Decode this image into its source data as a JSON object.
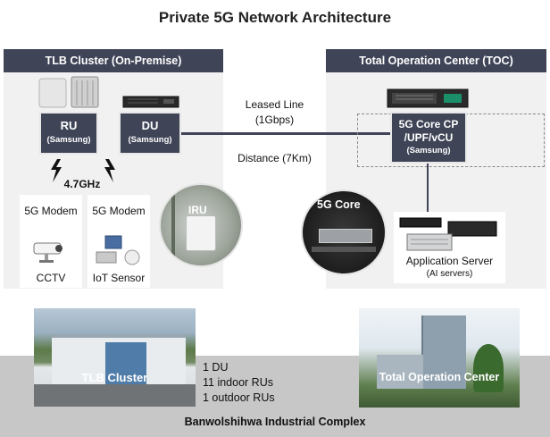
{
  "title": "Private 5G Network Architecture",
  "left_panel": {
    "header": "TLB Cluster (On-Premise)",
    "ru": {
      "name": "RU",
      "vendor": "(Samsung)"
    },
    "du": {
      "name": "DU",
      "vendor": "(Samsung)"
    },
    "frequency": "4.7GHz",
    "modem_left": "5G Modem",
    "modem_right": "5G Modem",
    "device_left": "CCTV",
    "device_right": "IoT Sensor",
    "iru_label": "IRU"
  },
  "link": {
    "leased_line": "Leased Line",
    "bandwidth": "(1Gbps)",
    "distance": "Distance (7Km)"
  },
  "right_panel": {
    "header": "Total Operation Center (TOC)",
    "core_line1": "5G Core CP",
    "core_line2": "/UPF/vCU",
    "core_vendor": "(Samsung)",
    "core_photo_label": "5G Core",
    "app_server": "Application Server",
    "app_server_sub": "(AI servers)"
  },
  "bottom": {
    "photo_left_label": "TLB Cluster",
    "photo_right_label": "Total Operation Center",
    "stats": [
      "1 DU",
      "11 indoor RUs",
      "1 outdoor RUs"
    ],
    "footer": "Banwolshihwa Industrial Complex"
  },
  "colors": {
    "panel_header": "#3f4457",
    "panel_bg": "#f1f1f1",
    "bottom_band": "#c7c7c7"
  }
}
